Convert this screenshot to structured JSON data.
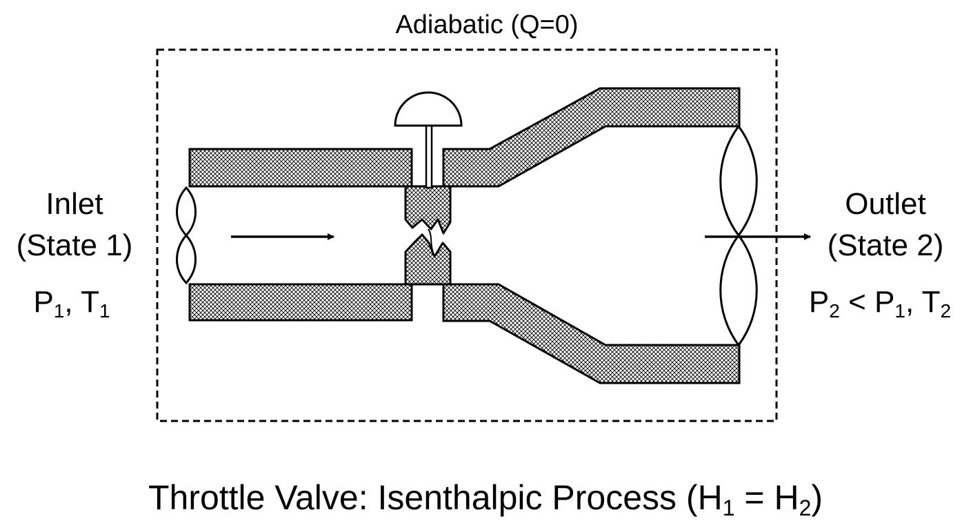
{
  "boundary": {
    "label": "Adiabatic (Q=0)"
  },
  "inlet": {
    "title": "Inlet",
    "state": "(State 1)",
    "p_sym": "P",
    "p_sub": "1",
    "sep": ", ",
    "t_sym": "T",
    "t_sub": "1"
  },
  "outlet": {
    "title": "Outlet",
    "state": "(State 2)",
    "p2_sym": "P",
    "p2_sub": "2",
    "lt": " < ",
    "p1_sym": "P",
    "p1_sub": "1",
    "sep": ", ",
    "t_sym": "T",
    "t_sub": "2"
  },
  "caption": {
    "prefix": "Throttle Valve: Isenthalpic Process (",
    "h1_sym": "H",
    "h1_sub": "1",
    "eq": " = ",
    "h2_sym": "H",
    "h2_sub": "2",
    "suffix": ")"
  },
  "colors": {
    "stroke": "#000000",
    "background": "#ffffff",
    "hatch": "#000000"
  }
}
